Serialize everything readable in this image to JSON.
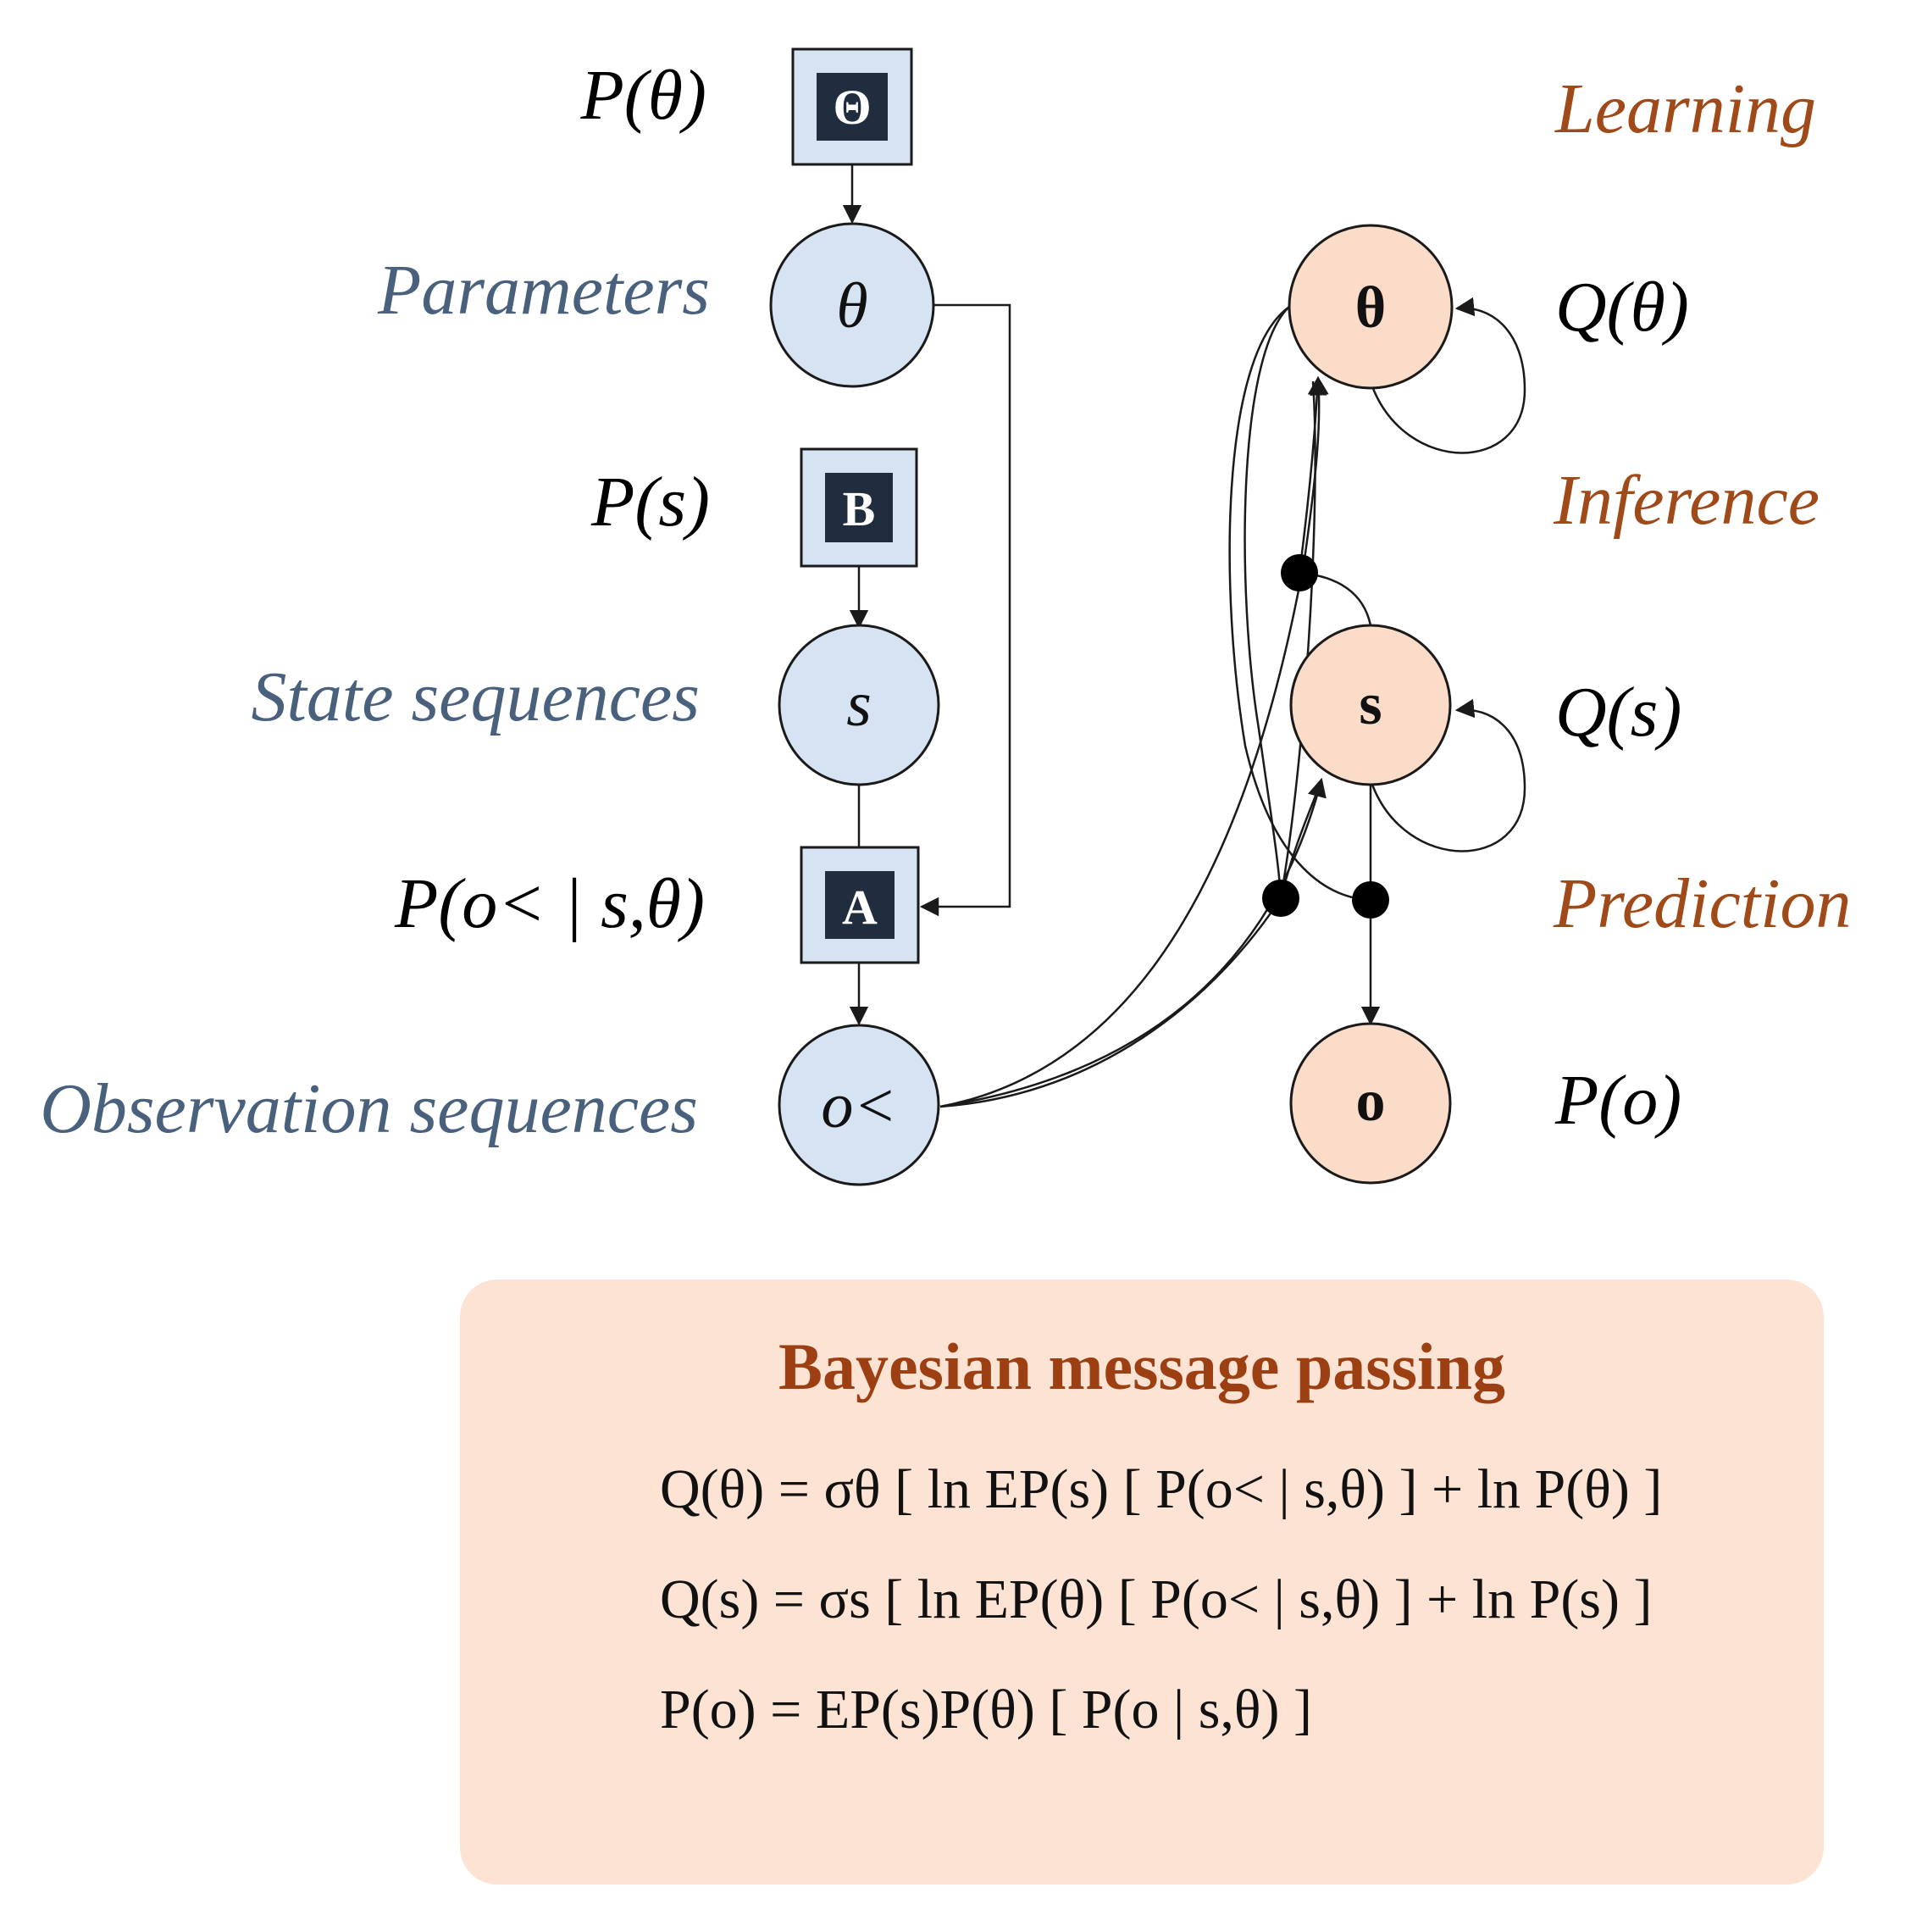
{
  "left_model": {
    "labels": {
      "p_theta": "P(θ)",
      "parameters": "Parameters",
      "p_s": "P(s)",
      "state_sequences": "State sequences",
      "p_o_given": "P(o< | s,θ)",
      "observation_sequences": "Observation sequences"
    },
    "boxes": {
      "theta_box": "Θ",
      "b_box": "B",
      "a_box": "A"
    },
    "nodes": {
      "theta": "θ",
      "s": "s",
      "o": "o<"
    }
  },
  "right_model": {
    "labels": {
      "learning": "Learning",
      "q_theta": "Q(θ)",
      "inference": "Inference",
      "q_s": "Q(s)",
      "prediction": "Prediction",
      "p_o": "P(o)"
    },
    "nodes": {
      "theta": "θ",
      "s": "s",
      "o": "o"
    }
  },
  "panel": {
    "title": "Bayesian message passing",
    "equations": [
      "Q(θ) = σθ [ ln EP(s) [ P(o< | s,θ) ] + ln P(θ) ]",
      "Q(s) = σs [ ln EP(θ) [ P(o< | s,θ) ] + ln P(s) ]",
      "P(o) = EP(s)P(θ) [ P(o | s,θ) ]"
    ]
  },
  "colors": {
    "left_node_fill": "#d6e3f3",
    "right_node_fill": "#fbdcc9",
    "blue_text": "#4a617d",
    "orange_text": "#a04a1a",
    "panel_fill": "#fde3d3",
    "panel_title": "#9c3f12"
  }
}
